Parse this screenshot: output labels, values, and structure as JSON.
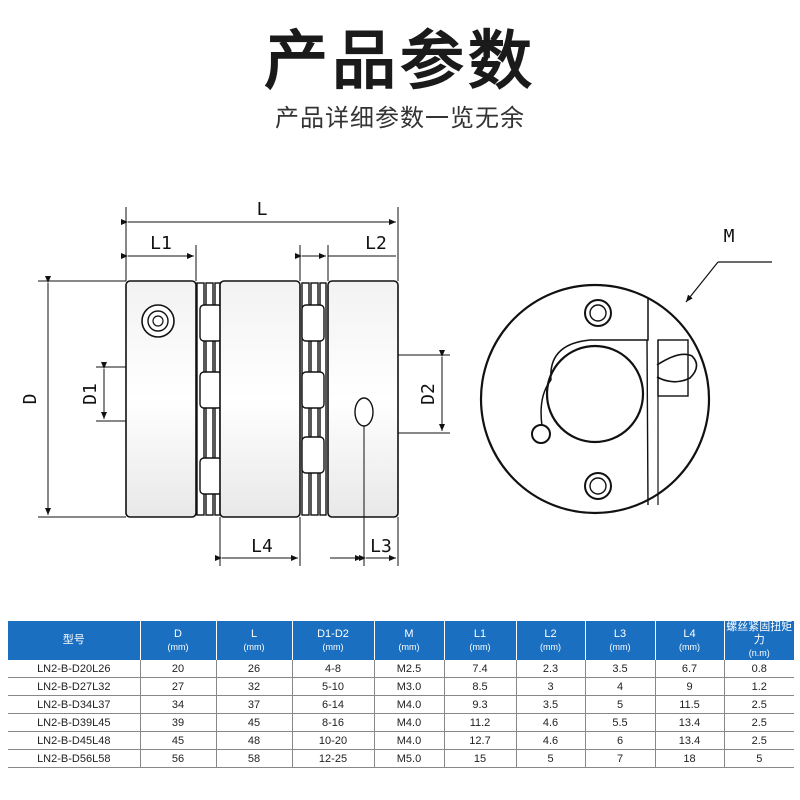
{
  "header": {
    "title": "产品参数",
    "subtitle": "产品详细参数一览无余"
  },
  "drawing_labels": {
    "L": "L",
    "L1": "L1",
    "L2": "L2",
    "L3": "L3",
    "L4": "L4",
    "D": "D",
    "D1": "D1",
    "D2": "D2",
    "M": "M"
  },
  "table": {
    "headers": [
      {
        "name": "型号",
        "unit": ""
      },
      {
        "name": "D",
        "unit": "(mm)"
      },
      {
        "name": "L",
        "unit": "(mm)"
      },
      {
        "name": "D1-D2",
        "unit": "(mm)"
      },
      {
        "name": "M",
        "unit": "(mm)"
      },
      {
        "name": "L1",
        "unit": "(mm)"
      },
      {
        "name": "L2",
        "unit": "(mm)"
      },
      {
        "name": "L3",
        "unit": "(mm)"
      },
      {
        "name": "L4",
        "unit": "(mm)"
      },
      {
        "name": "螺丝紧固扭矩力",
        "unit": "(n.m)"
      }
    ],
    "rows": [
      [
        "LN2-B-D20L26",
        "20",
        "26",
        "4-8",
        "M2.5",
        "7.4",
        "2.3",
        "3.5",
        "6.7",
        "0.8"
      ],
      [
        "LN2-B-D27L32",
        "27",
        "32",
        "5-10",
        "M3.0",
        "8.5",
        "3",
        "4",
        "9",
        "1.2"
      ],
      [
        "LN2-B-D34L37",
        "34",
        "37",
        "6-14",
        "M4.0",
        "9.3",
        "3.5",
        "5",
        "11.5",
        "2.5"
      ],
      [
        "LN2-B-D39L45",
        "39",
        "45",
        "8-16",
        "M4.0",
        "11.2",
        "4.6",
        "5.5",
        "13.4",
        "2.5"
      ],
      [
        "LN2-B-D45L48",
        "45",
        "48",
        "10-20",
        "M4.0",
        "12.7",
        "4.6",
        "6",
        "13.4",
        "2.5"
      ],
      [
        "LN2-B-D56L58",
        "56",
        "58",
        "12-25",
        "M5.0",
        "15",
        "5",
        "7",
        "18",
        "5"
      ]
    ]
  }
}
